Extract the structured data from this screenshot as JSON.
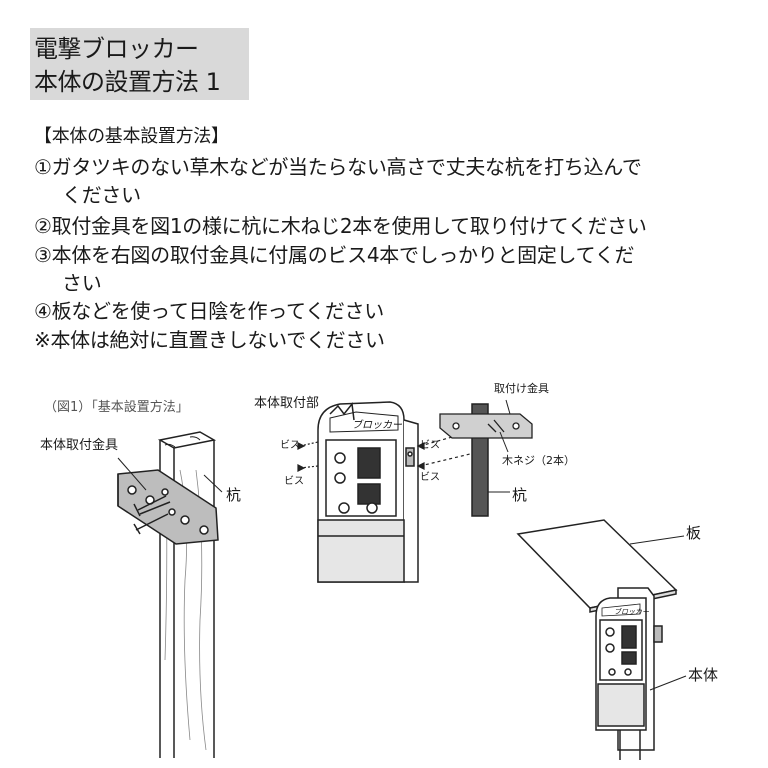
{
  "title": {
    "line1": "電撃ブロッカー",
    "line2": "本体の設置方法 1"
  },
  "instructions": {
    "heading": "【本体の基本設置方法】",
    "step1a": "①ガタツキのない草木などが当たらない高さで丈夫な杭を打ち込んで",
    "step1b": "ください",
    "step2": "②取付金具を図1の様に杭に木ねじ2本を使用して取り付けてください",
    "step3a": "③本体を右図の取付金具に付属のビス4本でしっかりと固定してくだ",
    "step3b": "さい",
    "step4": "④板などを使って日陰を作ってください",
    "note": "※本体は絶対に直置きしないでください"
  },
  "figure": {
    "caption": "（図1）「基本設置方法」",
    "bracket_label": "本体取付金具",
    "post_label": "杭",
    "unit_mount_label": "本体取付部",
    "screw_label": "ビス",
    "fitting_label": "取付け金具",
    "wood_screw_label": "木ネジ（2本）",
    "post_label_2": "杭",
    "board_label": "板",
    "body_label": "本体",
    "device_logo": "ブロッカー"
  }
}
